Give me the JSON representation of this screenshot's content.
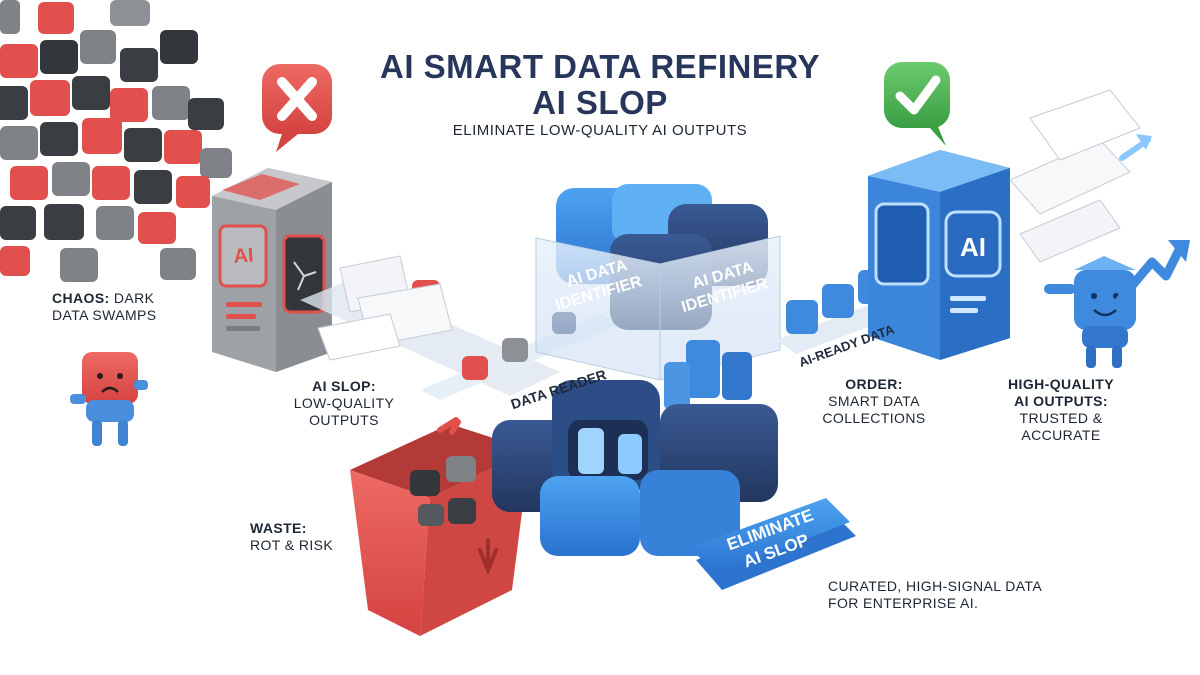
{
  "title": {
    "line1": "AI SMART DATA REFINERY",
    "line2": "AI SLOP",
    "subtitle": "ELIMINATE LOW-QUALITY AI OUTPUTS"
  },
  "labels": {
    "chaos_head": "CHAOS:",
    "chaos_rest": "DARK",
    "chaos_line2": "DATA SWAMPS",
    "slop_head": "AI SLOP:",
    "slop_line2": "LOW-QUALITY",
    "slop_line3": "OUTPUTS",
    "waste_head": "WASTE:",
    "waste_line2": "ROT & RISK",
    "order_head": "ORDER:",
    "order_line2": "SMART DATA",
    "order_line3": "COLLECTIONS",
    "hq_line1": "HIGH-QUALITY",
    "hq_line2": "AI OUTPUTS:",
    "hq_line3": "TRUSTED &",
    "hq_line4": "ACCURATE",
    "curated_line1": "CURATED, HIGH-SIGNAL DATA",
    "curated_line2": "FOR ENTERPRISE AI."
  },
  "machine": {
    "identifier_left_1": "AI DATA",
    "identifier_left_2": "IDENTIFIER",
    "identifier_right_1": "AI DATA",
    "identifier_right_2": "IDENTIFIER",
    "reader": "DATA READER",
    "ai_ready": "AI-READY DATA",
    "badge_1": "ELIMINATE",
    "badge_2": "AI SLOP"
  },
  "boxes": {
    "bad_box": "AI",
    "good_box": "AI"
  },
  "icons": {
    "reject": "x-icon",
    "approve": "check-icon",
    "trash": "trash-bin-icon",
    "growth": "arrow-up-icon"
  },
  "colors": {
    "red": "#e2504d",
    "dark_cube": "#3a3d42",
    "grey_cube": "#7f8388",
    "blue": "#2f7fd9",
    "navy": "#27406e",
    "green": "#4caf50"
  }
}
